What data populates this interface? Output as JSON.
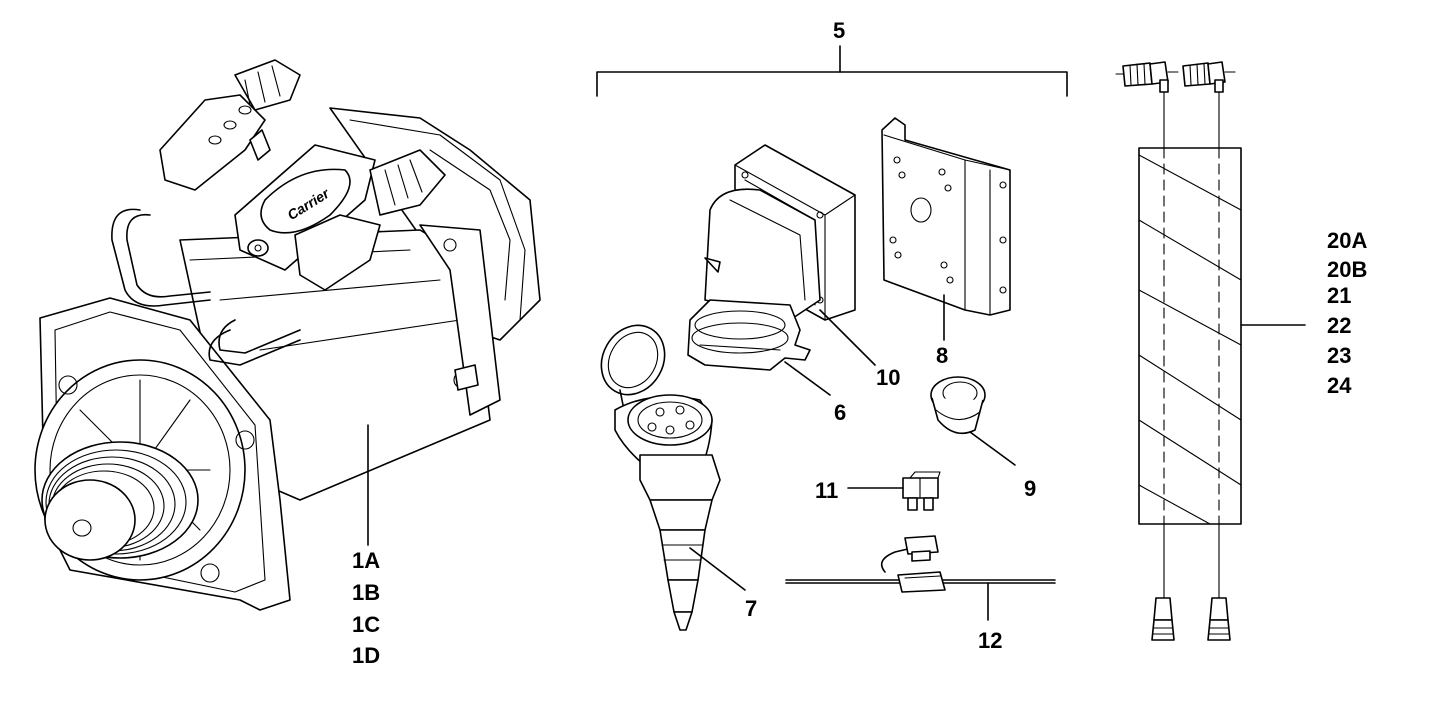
{
  "labels": {
    "l1a": "1A",
    "l1b": "1B",
    "l1c": "1C",
    "l1d": "1D",
    "l5": "5",
    "l6": "6",
    "l7": "7",
    "l8": "8",
    "l9": "9",
    "l10": "10",
    "l11": "11",
    "l12": "12",
    "l20a": "20A",
    "l20b": "20B",
    "l21": "21",
    "l22": "22",
    "l23": "23",
    "l24": "24"
  },
  "logo_text": "Carrier"
}
